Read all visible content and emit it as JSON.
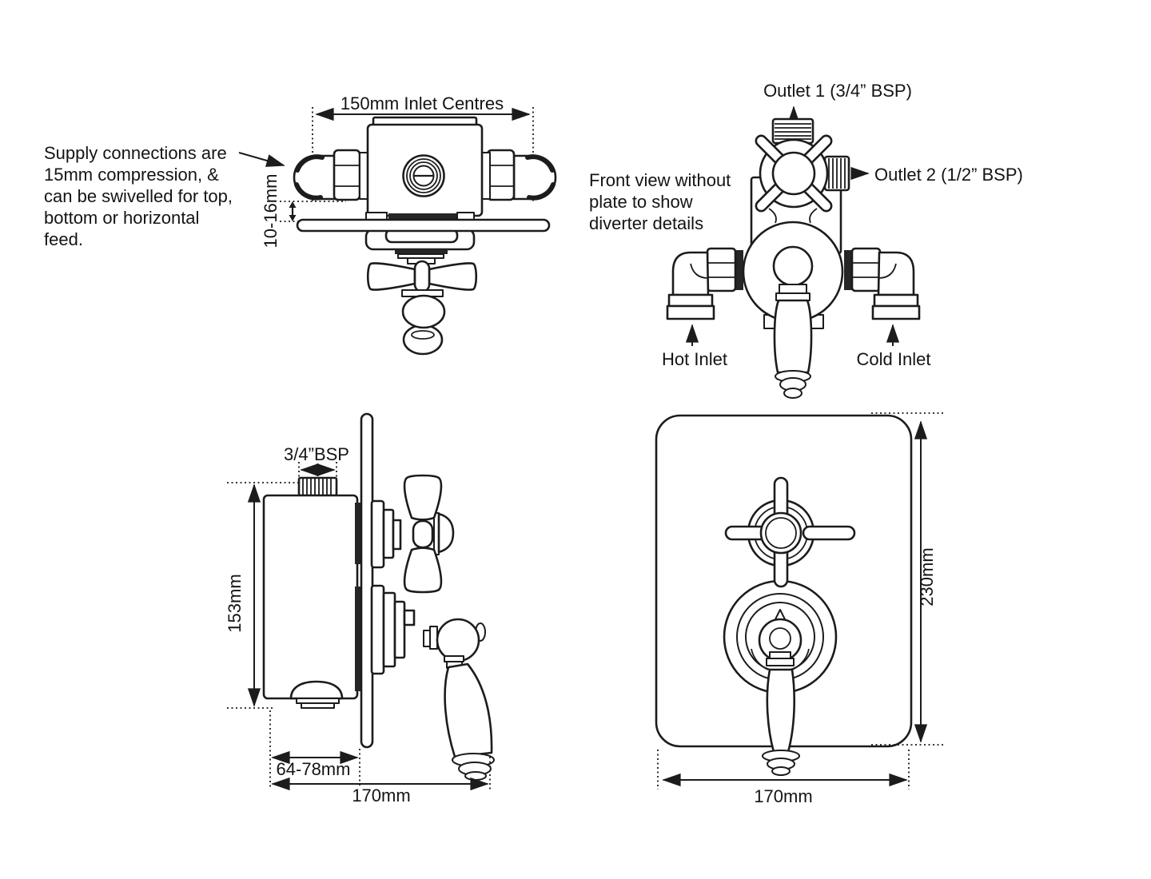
{
  "theme": {
    "bg": "#ffffff",
    "line": "#1c1c1c",
    "text": "#141414",
    "dark": "#262626"
  },
  "top_left": {
    "inlet_centres": "150mm Inlet Centres",
    "gap": "10-16mm",
    "note1": "Supply connections are",
    "note2": "15mm compression, &",
    "note3": "can be swivelled for top,",
    "note4": "bottom or horizontal",
    "note5": "feed."
  },
  "top_right": {
    "outlet1": "Outlet 1 (3/4” BSP)",
    "outlet2": "Outlet 2 (1/2” BSP)",
    "caption1": "Front view without",
    "caption2": "plate to show",
    "caption3": "diverter details",
    "hot": "Hot Inlet",
    "cold": "Cold Inlet"
  },
  "bottom_left": {
    "bsp": "3/4”BSP",
    "height": "153mm",
    "depth": "64-78mm",
    "width": "170mm"
  },
  "bottom_right": {
    "height": "230mm",
    "width": "170mm"
  }
}
